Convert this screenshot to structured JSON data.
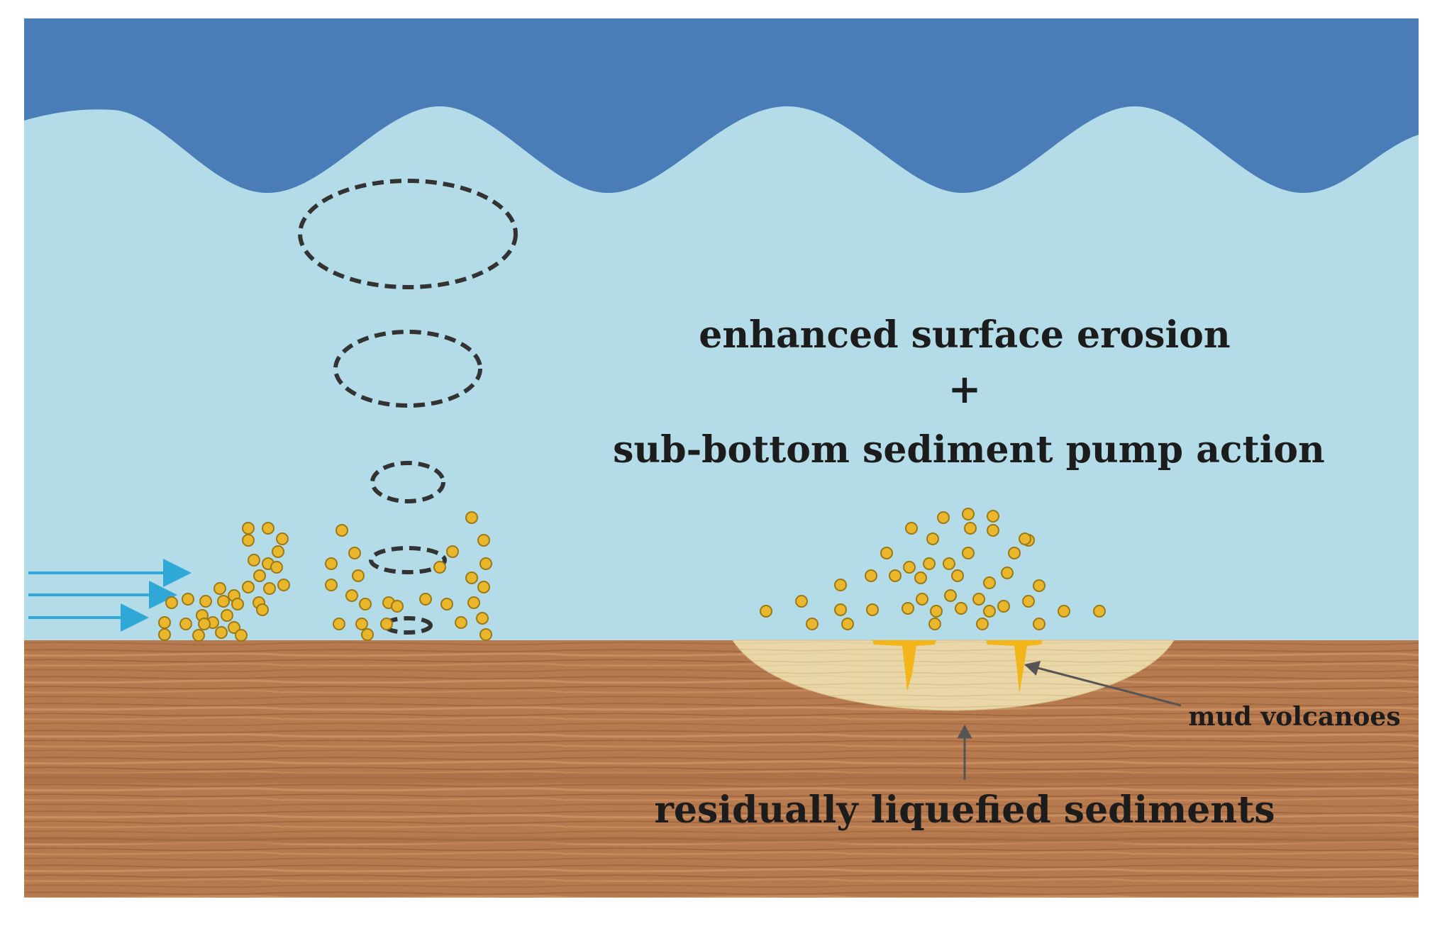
{
  "diagram": {
    "labels": {
      "main_line1": "enhanced surface erosion",
      "main_plus": "+",
      "main_line2": "sub-bottom sediment pump action",
      "mud_volcanoes": "mud volcanoes",
      "residual": "residually liquefied sediments"
    },
    "colors": {
      "wave": "#4a7db8",
      "water": "#b4dce8",
      "seabed": "#b77a4e",
      "liquefied_zone": "#ead7a8",
      "particle": "#e9b62c",
      "current_arrow": "#2fa8d8",
      "vortex": "#333333",
      "mud_vent": "#f2b51a"
    },
    "elements": {
      "vortex_rings": 5,
      "current_arrows": 3,
      "mud_vents": 2
    }
  }
}
